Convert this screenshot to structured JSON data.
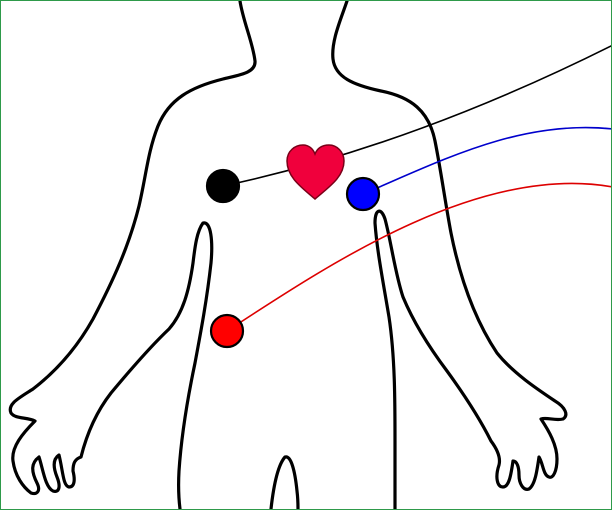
{
  "colors": {
    "background": "#ffffff",
    "frame_border": "#2e9a4a",
    "body_outline": "#000000",
    "heart": "#f0003c"
  },
  "body": {
    "icon": "human-torso-outline-icon"
  },
  "heart": {
    "icon": "heart-icon"
  },
  "electrodes": [
    {
      "id": "black",
      "icon": "electrode-icon",
      "color": "#000000",
      "wire_color": "#000000"
    },
    {
      "id": "blue",
      "icon": "electrode-icon",
      "color": "#0000ff",
      "wire_color": "#0000cc"
    },
    {
      "id": "red",
      "icon": "electrode-icon",
      "color": "#ff0000",
      "wire_color": "#dd0000"
    }
  ]
}
